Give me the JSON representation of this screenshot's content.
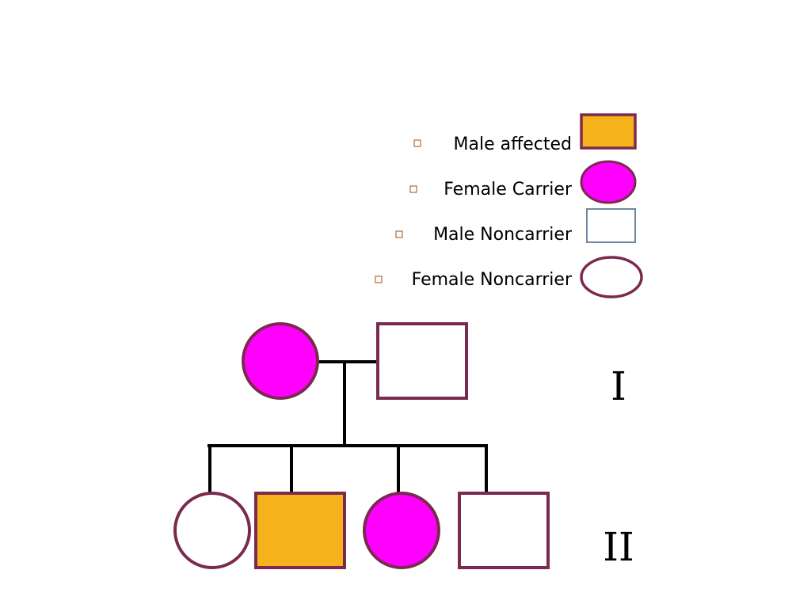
{
  "colors": {
    "affected_fill": "#F5B21A",
    "carrier_fill": "#FF00FF",
    "noncarrier_fill": "#FFFFFF",
    "symbol_border": "#7A2A4E",
    "legend_male_noncarrier_border": "#6E8AA0",
    "line": "#000000",
    "bullet": "#B06A3A"
  },
  "legend": [
    {
      "label": "Male affected",
      "shape": "square",
      "status": "affected"
    },
    {
      "label": "Female Carrier",
      "shape": "circle",
      "status": "carrier"
    },
    {
      "label": "Male Noncarrier",
      "shape": "square",
      "status": "noncarrier"
    },
    {
      "label": "Female Noncarrier",
      "shape": "circle",
      "status": "noncarrier"
    }
  ],
  "generations": [
    {
      "label": "I",
      "members": [
        {
          "sex": "female",
          "status": "carrier"
        },
        {
          "sex": "male",
          "status": "noncarrier"
        }
      ]
    },
    {
      "label": "II",
      "members": [
        {
          "sex": "female",
          "status": "noncarrier"
        },
        {
          "sex": "male",
          "status": "affected"
        },
        {
          "sex": "female",
          "status": "carrier"
        },
        {
          "sex": "male",
          "status": "noncarrier"
        }
      ]
    }
  ]
}
